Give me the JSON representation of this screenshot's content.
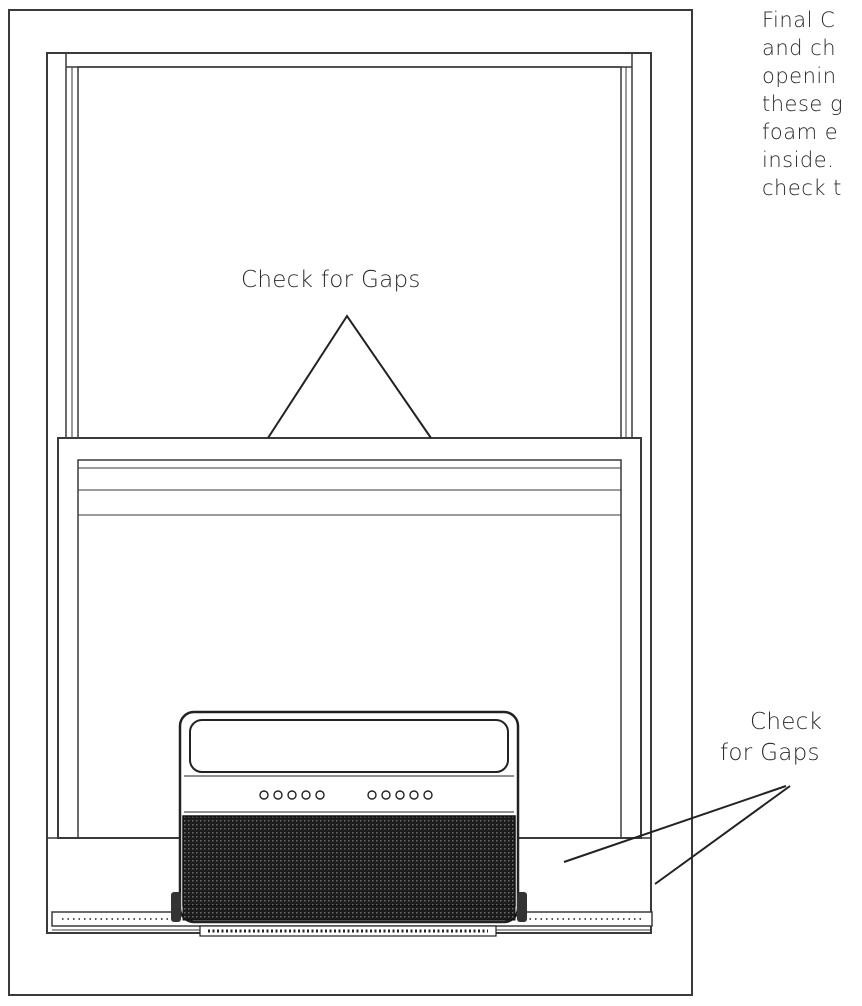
{
  "instructions": {
    "lines": [
      "Final C",
      "and ch",
      "openin",
      "these g",
      "foam e",
      "inside.",
      "check t"
    ]
  },
  "callouts": {
    "top": "Check for Gaps",
    "right_line1": "Check",
    "right_line2": "for Gaps"
  },
  "unit": {
    "dial_groups": [
      5,
      5
    ]
  }
}
